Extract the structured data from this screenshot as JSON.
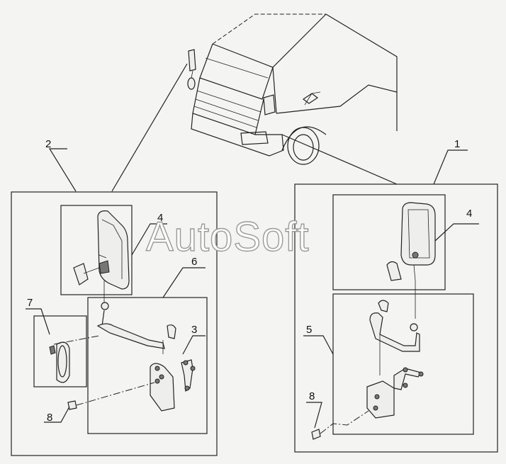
{
  "watermark": "AutoSoft",
  "callouts": {
    "left_group": "2",
    "right_group": "1",
    "left_mirror": "4",
    "right_mirror": "4",
    "left_bracket": "6",
    "right_bracket": "5",
    "left_stay": "3",
    "left_cover": "7",
    "left_bolt": "8",
    "right_bolt": "8"
  }
}
